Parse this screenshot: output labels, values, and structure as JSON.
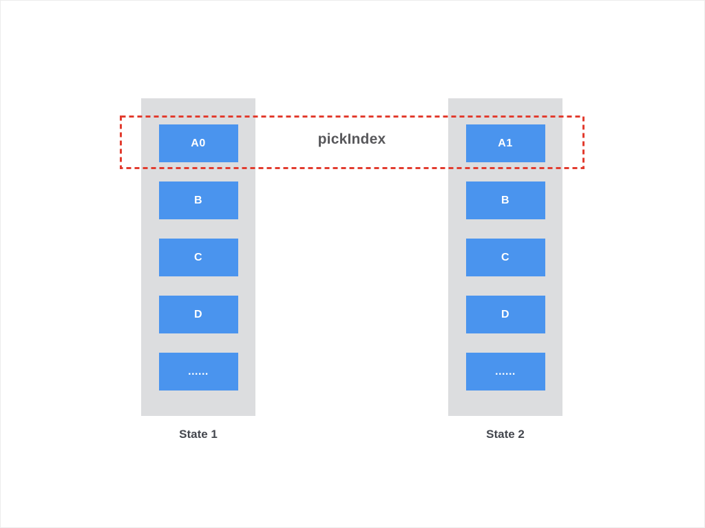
{
  "diagram": {
    "pick_index_label": "pickIndex",
    "columns": [
      {
        "label": "State 1",
        "items": [
          "A0",
          "B",
          "C",
          "D",
          "......"
        ]
      },
      {
        "label": "State 2",
        "items": [
          "A1",
          "B",
          "C",
          "D",
          "......"
        ]
      }
    ],
    "colors": {
      "cell_blue": "#4a94ee",
      "column_gray": "#dcdddf",
      "highlight_red": "#e23b2e",
      "label_text": "#44474e",
      "pick_label_text": "#58585b",
      "cell_text": "#ffffff",
      "background": "#ffffff"
    }
  }
}
